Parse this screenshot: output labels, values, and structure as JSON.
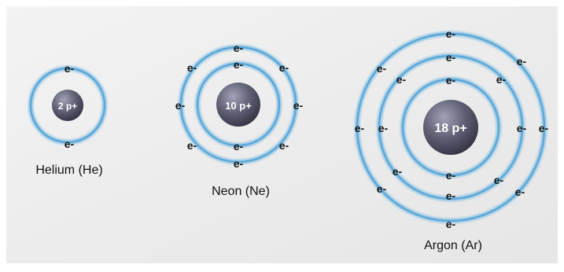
{
  "electron_symbol": "e-",
  "atoms": [
    {
      "id": "helium",
      "name": "Helium (He)",
      "nucleus": "2 p+",
      "shells": [
        2
      ]
    },
    {
      "id": "neon",
      "name": "Neon (Ne)",
      "nucleus": "10 p+",
      "shells": [
        2,
        8
      ]
    },
    {
      "id": "argon",
      "name": "Argon (Ar)",
      "nucleus": "18 p+",
      "shells": [
        2,
        8,
        8
      ]
    }
  ],
  "colors": {
    "background": "#eeeeee",
    "shell": "#7fbbe0",
    "nucleus": "#4a4a5e",
    "electron_text": "#141414"
  }
}
